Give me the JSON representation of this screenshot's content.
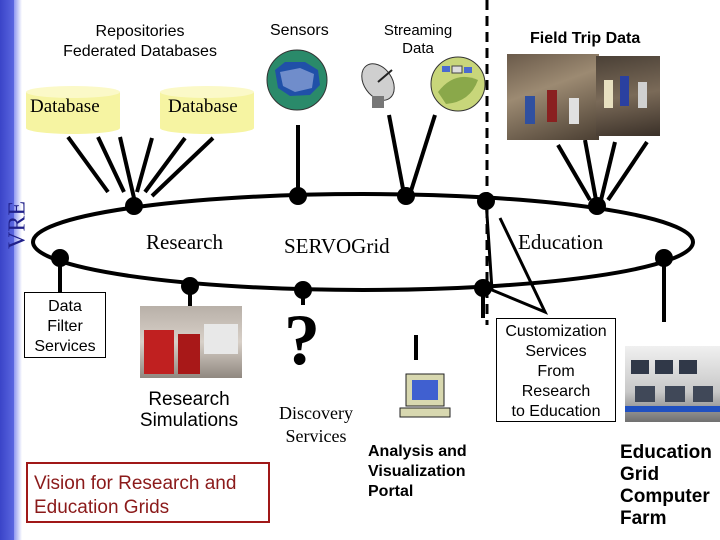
{
  "sidebar": {
    "label": "VRE"
  },
  "repositories": {
    "title_line1": "Repositories",
    "title_line2": "Federated Databases",
    "db1": "Database",
    "db2": "Database"
  },
  "sensors": {
    "label": "Sensors"
  },
  "streaming": {
    "label_line1": "Streaming",
    "label_line2": "Data"
  },
  "fieldtrip": {
    "label": "Field Trip Data"
  },
  "ring": {
    "research": "Research",
    "servogrid": "SERVOGrid",
    "education": "Education"
  },
  "filter": {
    "line1": "Data",
    "line2": "Filter",
    "line3": "Services"
  },
  "simulations": {
    "line1": "Research",
    "line2": "Simulations"
  },
  "discovery": {
    "symbol": "?",
    "line1": "Discovery",
    "line2": "Services"
  },
  "customization": {
    "line1": "Customization",
    "line2": "Services",
    "line3": "From",
    "line4": "Research",
    "line5": "to Education"
  },
  "portal": {
    "line1": "Analysis and",
    "line2": "Visualization",
    "line3": "Portal"
  },
  "vision": {
    "line1": "Vision for Research and",
    "line2": "Education Grids"
  },
  "farm": {
    "line1": "Education",
    "line2": "Grid",
    "line3": "Computer",
    "line4": "Farm"
  },
  "colors": {
    "ring": "#000000",
    "vision_text": "#8b1a1a",
    "vision_border": "#a01818",
    "sidebar": "#3a44c8"
  }
}
